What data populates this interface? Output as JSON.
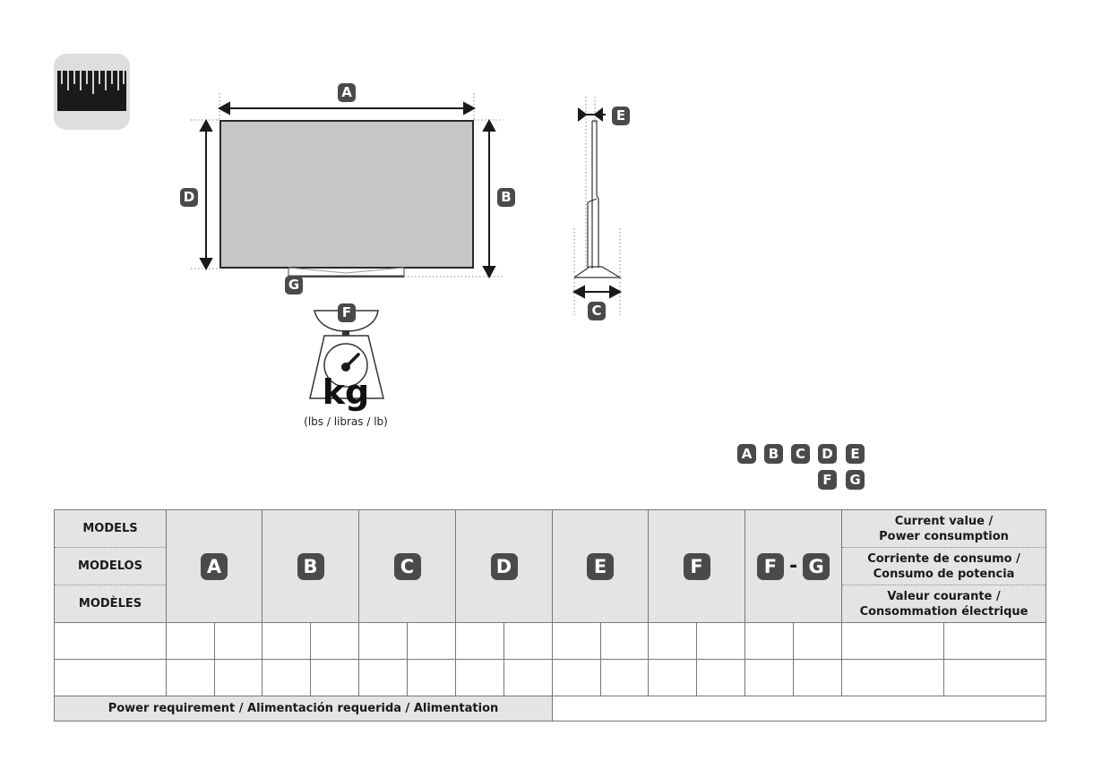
{
  "icon": {
    "name": "ruler-icon"
  },
  "front_view": {
    "labels": {
      "a": "A",
      "b": "B",
      "d": "D",
      "g": "G"
    }
  },
  "scale": {
    "label_f": "F",
    "unit": "kg",
    "unit_alt": "(lbs / libras / lb)"
  },
  "side_view": {
    "labels": {
      "e": "E",
      "c": "C"
    }
  },
  "legend_badges": {
    "row1": [
      "A",
      "B",
      "C",
      "D",
      "E"
    ],
    "row2": [
      "F",
      "G"
    ]
  },
  "table": {
    "models": [
      "MODELS",
      "MODELOS",
      "MODÈLES"
    ],
    "columns": [
      "A",
      "B",
      "C",
      "D",
      "E",
      "F"
    ],
    "fg_left": "F",
    "fg_sep": "-",
    "fg_right": "G",
    "power_headers": [
      [
        "Current value /",
        "Power consumption"
      ],
      [
        "Corriente de consumo /",
        "Consumo de potencia"
      ],
      [
        "Valeur courante /",
        "Consommation électrique"
      ]
    ],
    "power_requirement": "Power requirement / Alimentación requerida / Alimentation"
  }
}
